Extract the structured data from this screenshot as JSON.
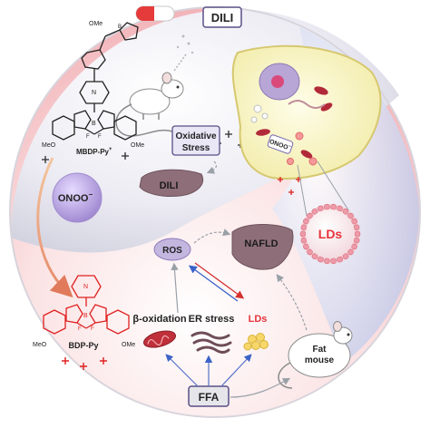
{
  "labels": {
    "dili_box": "DILI",
    "mbdp_py": "MBDP-Py",
    "mbdp_py_charge": "+",
    "onoo_circle": "ONOO",
    "onoo_circle_charge": "−",
    "onoo_cell": "ONOO",
    "onoo_cell_charge": "−",
    "oxidative_line1": "Oxidative",
    "oxidative_line2": "Stress",
    "dili_liver": "DILI",
    "lds_droplet": "LDs",
    "ros": "ROS",
    "nafld": "NAFLD",
    "beta_oxidation": "β-oxidation",
    "er_stress": "ER stress",
    "lds_small": "LDs",
    "bdp_py": "BDP-Py",
    "fat_line1": "Fat",
    "fat_line2": "mouse",
    "ffa": "FFA"
  },
  "molecule_labels": {
    "ome": "OMe",
    "meo": "MeO",
    "b": "B",
    "n": "N",
    "f": "F"
  },
  "colors": {
    "upper_sphere": "#d9d9e6",
    "lower_sphere": "#f7c9cc",
    "right_blue": "#c9cfe8",
    "cell_yellow": "#f8f4bf",
    "liver": "#8e6f79",
    "onoo_purple": "#b59fd8",
    "lds_red": "#e8333c",
    "box_border": "#5a4f86",
    "sparkle_red": "#e02020",
    "arrow_blue": "#3c63c8",
    "arrow_red": "#d63030"
  }
}
